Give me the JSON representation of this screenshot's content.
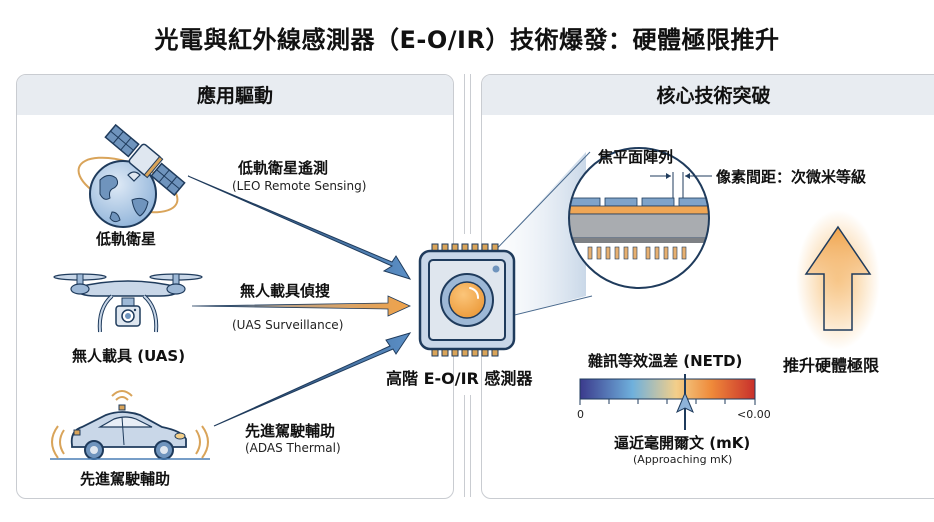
{
  "title": "光電與紅外線感測器（E-O/IR）技術爆發：硬體極限推升",
  "left_panel": {
    "heading": "應用驅動",
    "items": [
      {
        "icon": "satellite-globe-icon",
        "caption": "低軌衛星",
        "arrow_label": "低軌衛星遙測",
        "arrow_sub": "(LEO Remote Sensing)",
        "arrow_color": "#4a7fb5"
      },
      {
        "icon": "drone-icon",
        "caption": "無人載具 (UAS)",
        "arrow_label": "無人載具偵搜",
        "arrow_sub": "(UAS Surveillance)",
        "arrow_color": "#f0a34a"
      },
      {
        "icon": "car-icon",
        "caption": "先進駕駛輔助",
        "arrow_label": "先進駕駛輔助",
        "arrow_sub": "(ADAS Thermal)",
        "arrow_color": "#4a7fb5"
      }
    ]
  },
  "center": {
    "chip_label": "高階 E-O/IR 感測器",
    "icon": "sensor-chip-icon"
  },
  "right_panel": {
    "heading": "核心技術突破",
    "fpa_label": "焦平面陣列",
    "pitch_label": "像素間距：次微米等級",
    "boost_label": "推升硬體極限",
    "netd": {
      "title": "雜訊等效溫差 (NETD)",
      "scale_min": "0",
      "scale_max": "<0.00",
      "marker_fraction": 0.6,
      "caption": "逼近毫開爾文 (mK)",
      "caption_sub": "(Approaching mK)",
      "gradient": [
        "#3b3a8c",
        "#6fb0dc",
        "#f3cf8a",
        "#ef8a3a",
        "#c8302c"
      ]
    }
  },
  "colors": {
    "accent_blue": "#4a7fb5",
    "accent_orange": "#f0a34a",
    "outline": "#1f3b5c",
    "panel_head_bg": "#e8ecf1"
  }
}
